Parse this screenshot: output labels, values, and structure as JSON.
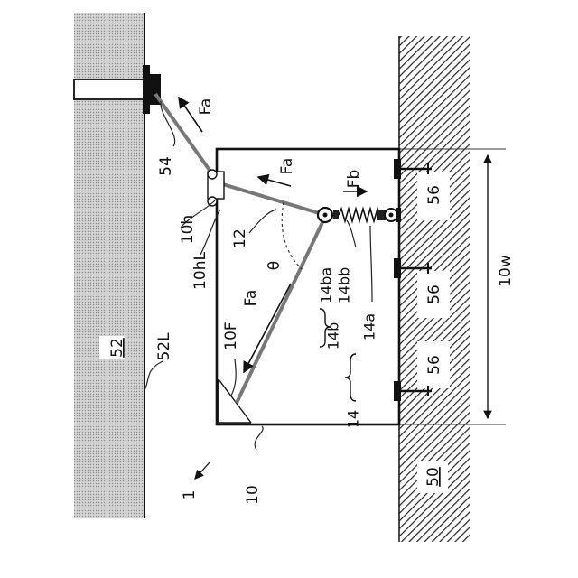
{
  "labels": {
    "wall": "52",
    "wall_surface": "52L",
    "floor": "50",
    "bracket": "54",
    "force_a_top": "Fa",
    "force_a_mid": "Fa",
    "force_a_low": "Fa",
    "force_b": "Fb",
    "hinge": "10h",
    "hinge_lower": "10hL",
    "strap": "12",
    "angle": "θ",
    "corner": "10F",
    "fastener_1": "56",
    "fastener_2": "56",
    "fastener_3": "56",
    "width": "10w",
    "spring_a": "14a",
    "spring_ba": "14ba",
    "spring_bb": "14bb",
    "spring_b": "14b",
    "tensioner": "14",
    "cabinet": "10",
    "system": "1"
  },
  "colors": {
    "wall_fill": "#c9c9c9",
    "floor_hatch": "#222222",
    "strap": "#777777",
    "outline": "#111111"
  }
}
